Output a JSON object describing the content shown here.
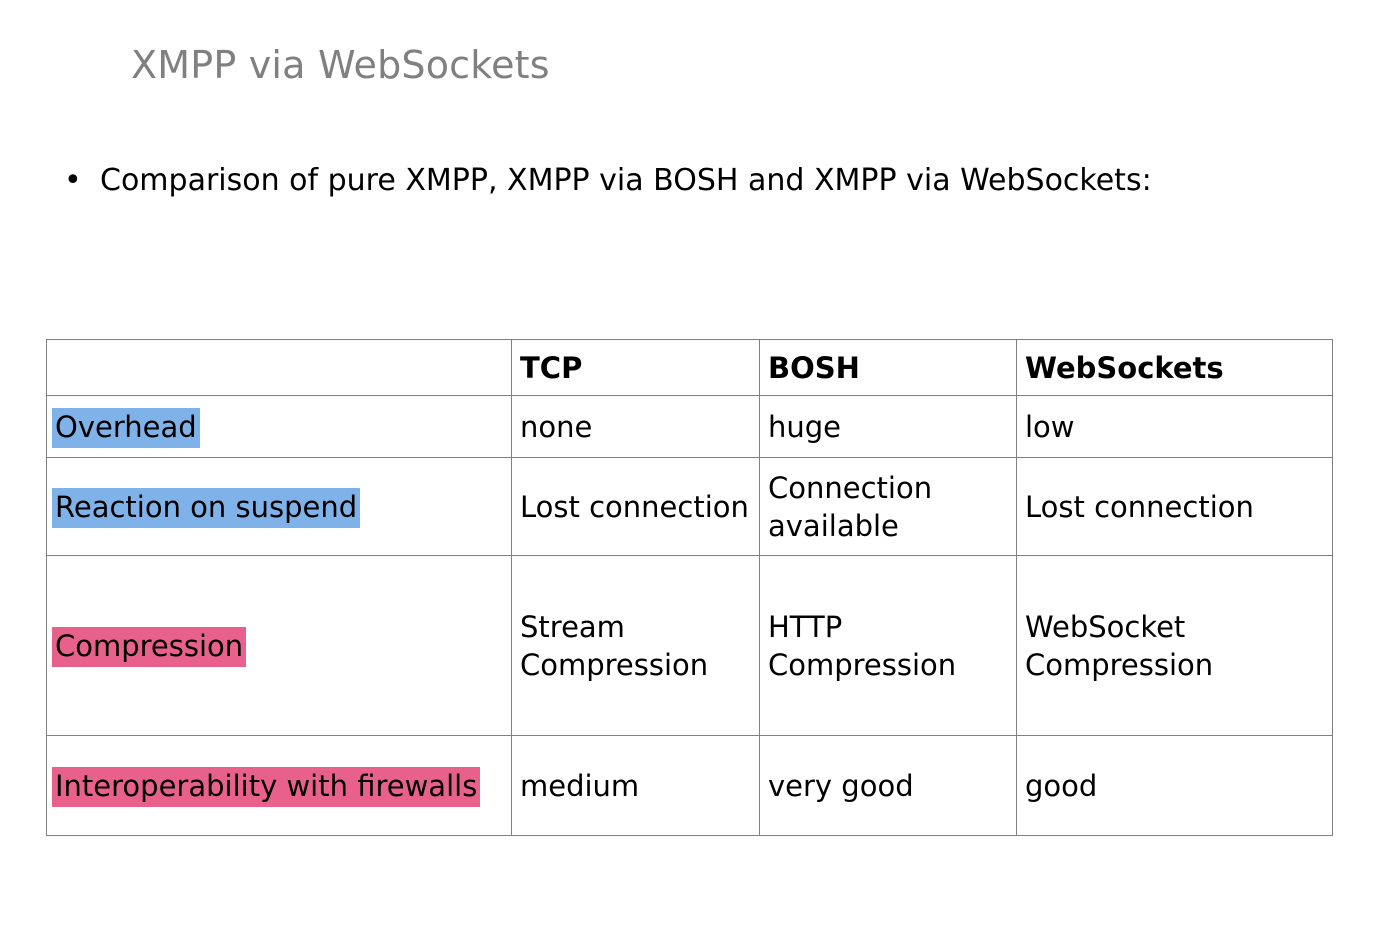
{
  "slide": {
    "title": "XMPP via WebSockets",
    "bullets": [
      {
        "marker": "•",
        "text": "Comparison of pure XMPP, XMPP via BOSH and XMPP via WebSockets:"
      }
    ]
  },
  "colors": {
    "title_gray": "#808080",
    "highlight_blue": "#7FB2E8",
    "highlight_pink": "#E8618C",
    "table_border": "#808080",
    "text_black": "#000000",
    "background": "#FFFFFF"
  },
  "table": {
    "headers": [
      "",
      "TCP",
      "BOSH",
      "WebSockets"
    ],
    "rows": [
      {
        "label": "Overhead",
        "highlight": "blue",
        "tcp": "none",
        "bosh": "huge",
        "websockets": "low"
      },
      {
        "label": "Reaction on suspend",
        "highlight": "blue",
        "tcp": "Lost connection",
        "bosh": "Connection available",
        "websockets": "Lost connection"
      },
      {
        "label": "Compression",
        "highlight": "pink",
        "tcp": "Stream Compression",
        "bosh": "HTTP Compression",
        "websockets": "WebSocket Compression"
      },
      {
        "label": "Interoperability with firewalls",
        "highlight": "pink",
        "tcp": "medium",
        "bosh": "very good",
        "websockets": "good"
      }
    ]
  }
}
